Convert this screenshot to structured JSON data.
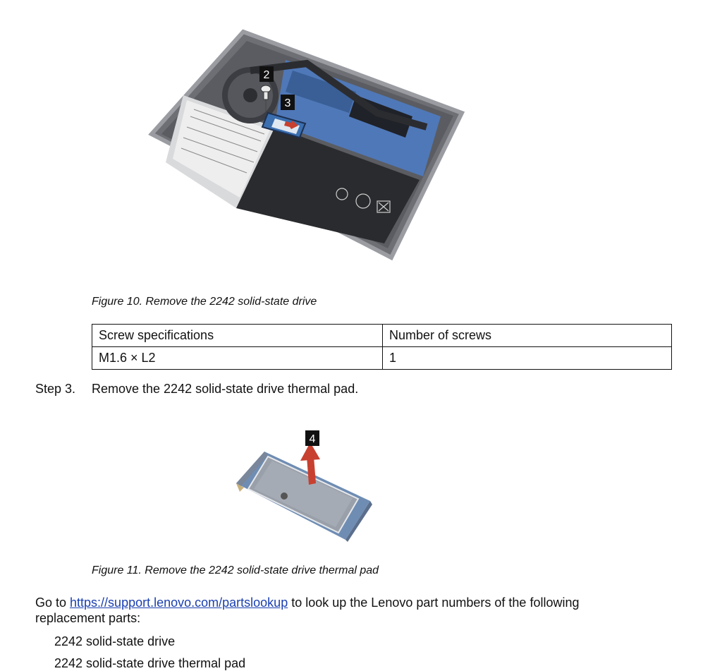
{
  "figure1": {
    "callouts": [
      "2",
      "3"
    ],
    "caption": "Figure 10. Remove the 2242 solid-state drive"
  },
  "screw_table": {
    "headers": [
      "Screw specifications",
      "Number of screws"
    ],
    "rows": [
      [
        "M1.6 × L2",
        "1"
      ]
    ]
  },
  "step3": {
    "label": "Step 3.",
    "text": "Remove the 2242 solid-state drive thermal pad."
  },
  "figure2": {
    "callouts": [
      "4"
    ],
    "caption": "Figure 11. Remove the 2242 solid-state drive thermal pad"
  },
  "parts_note": {
    "prefix": "Go to ",
    "link": "https://support.lenovo.com/partslookup",
    "suffix": " to look up the Lenovo part numbers of the following replacement parts:"
  },
  "parts": [
    "2242 solid-state drive",
    "2242 solid-state drive thermal pad"
  ],
  "colors": {
    "link": "#1a3fb0",
    "arrow": "#c8402f",
    "callout_bg": "#111111"
  }
}
